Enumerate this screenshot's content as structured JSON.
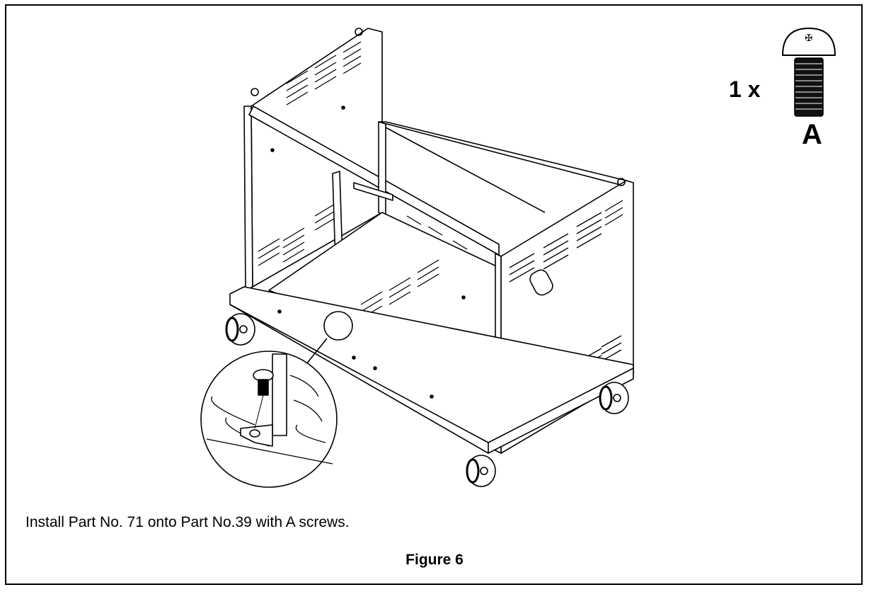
{
  "parts_callout": {
    "quantity": "1 x",
    "part_letter": "A",
    "icon": "screw-icon"
  },
  "instruction": "Install Part No. 71 onto Part No.39 with A screws.",
  "figure_caption": "Figure 6",
  "illustration": {
    "subject": "grill-cart-frame-icon",
    "detail_magnifier": "magnifier-detail-icon"
  }
}
